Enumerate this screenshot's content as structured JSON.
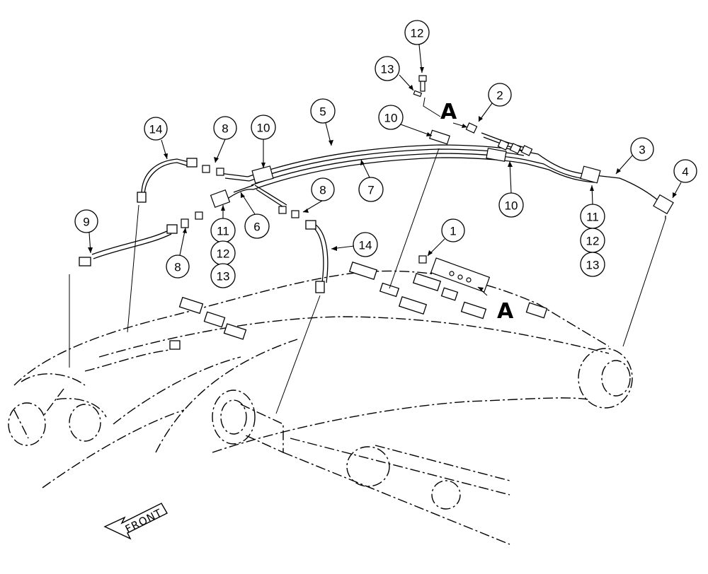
{
  "callouts": {
    "c1": "1",
    "c2": "2",
    "c3": "3",
    "c4": "4",
    "c5": "5",
    "c6": "6",
    "c7": "7",
    "c8a": "8",
    "c8b": "8",
    "c8c": "8",
    "c9": "9",
    "c10a": "10",
    "c10b": "10",
    "c10c": "10",
    "c11a": "11",
    "c11b": "11",
    "c12a": "12",
    "c12b": "12",
    "c12c": "12",
    "c13a": "13",
    "c13b": "13",
    "c13c": "13",
    "c14a": "14",
    "c14b": "14"
  },
  "detail_letters": {
    "top": "A",
    "bottom": "A"
  },
  "front_label": "FRONT",
  "colors": {
    "line": "#000000",
    "background": "#ffffff"
  }
}
